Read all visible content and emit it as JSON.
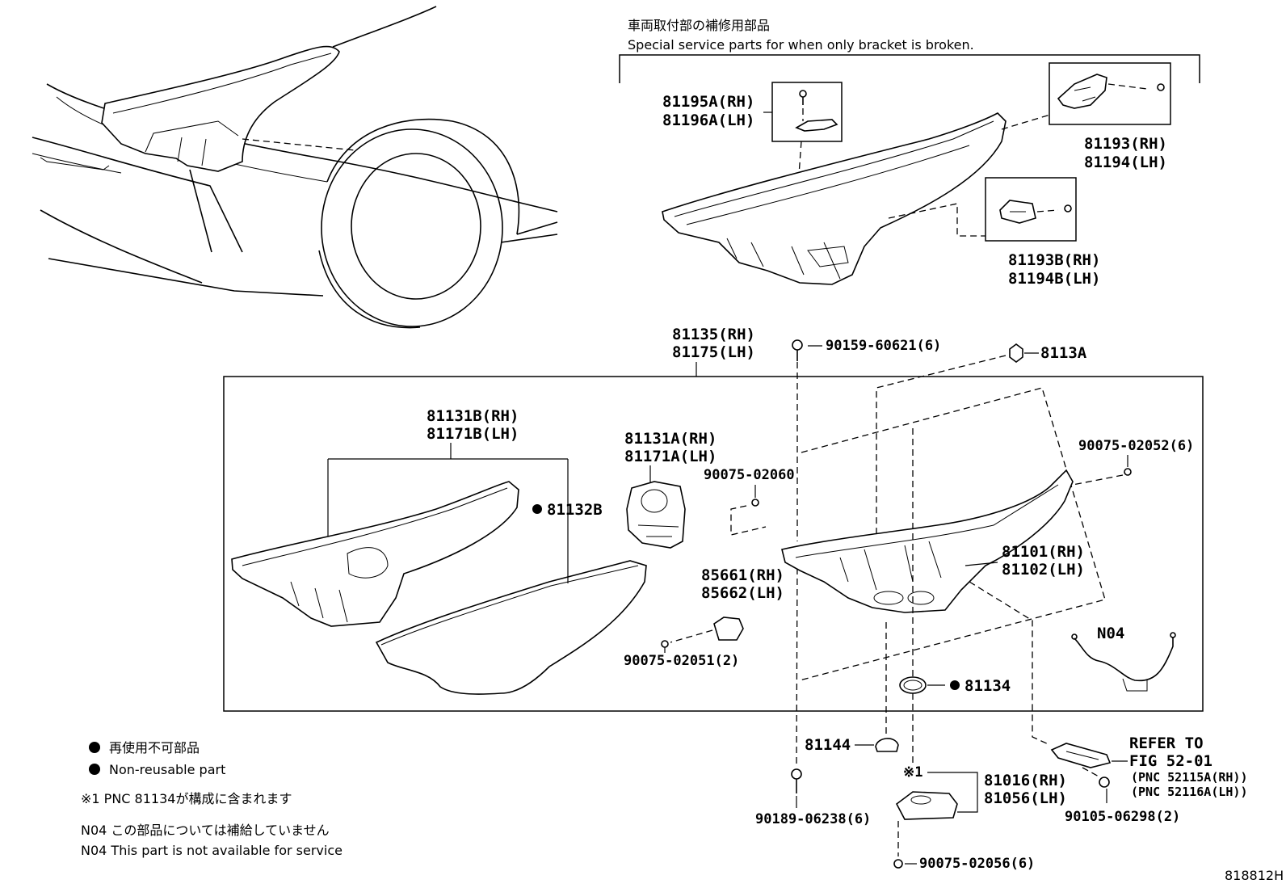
{
  "header": {
    "title_jp": "車両取付部の補修用部品",
    "title_en": "Special service parts for when only bracket is broken."
  },
  "labels": {
    "p81195A": "81195A(RH)",
    "p81196A": "81196A(LH)",
    "p81193": "81193(RH)",
    "p81194": "81194(LH)",
    "p81193B": "81193B(RH)",
    "p81194B": "81194B(LH)",
    "p81135": "81135(RH)",
    "p81175": "81175(LH)",
    "p90159": "90159-60621(6)",
    "p8113A": "8113A",
    "p81131B": "81131B(RH)",
    "p81171B": "81171B(LH)",
    "p81131A": "81131A(RH)",
    "p81171A": "81171A(LH)",
    "p90075_02060": "90075-02060",
    "p90075_02052": "90075-02052(6)",
    "p81132B": "81132B",
    "p81101": "81101(RH)",
    "p81102": "81102(LH)",
    "p85661": "85661(RH)",
    "p85662": "85662(LH)",
    "p90075_02051": "90075-02051(2)",
    "pN04": "N04",
    "p81134": "81134",
    "p81144": "81144",
    "pRefer1": "REFER TO",
    "pRefer2": "FIG 52-01",
    "pRefer3": "(PNC 52115A(RH))",
    "pRefer4": "(PNC 52116A(LH))",
    "pStar1": "※1",
    "p81016": "81016(RH)",
    "p81056": "81056(LH)",
    "p90189": "90189-06238(6)",
    "p90105": "90105-06298(2)",
    "p90075_02056": "90075-02056(6)"
  },
  "legend": {
    "nonreusable_jp": "再使用不可部品",
    "nonreusable_en": "Non-reusable part",
    "note1": "※1 PNC 81134が構成に含まれます",
    "n04_jp": "N04 この部品については補給していません",
    "n04_en": "N04 This part is not available for service"
  },
  "figure_id": "818812H"
}
